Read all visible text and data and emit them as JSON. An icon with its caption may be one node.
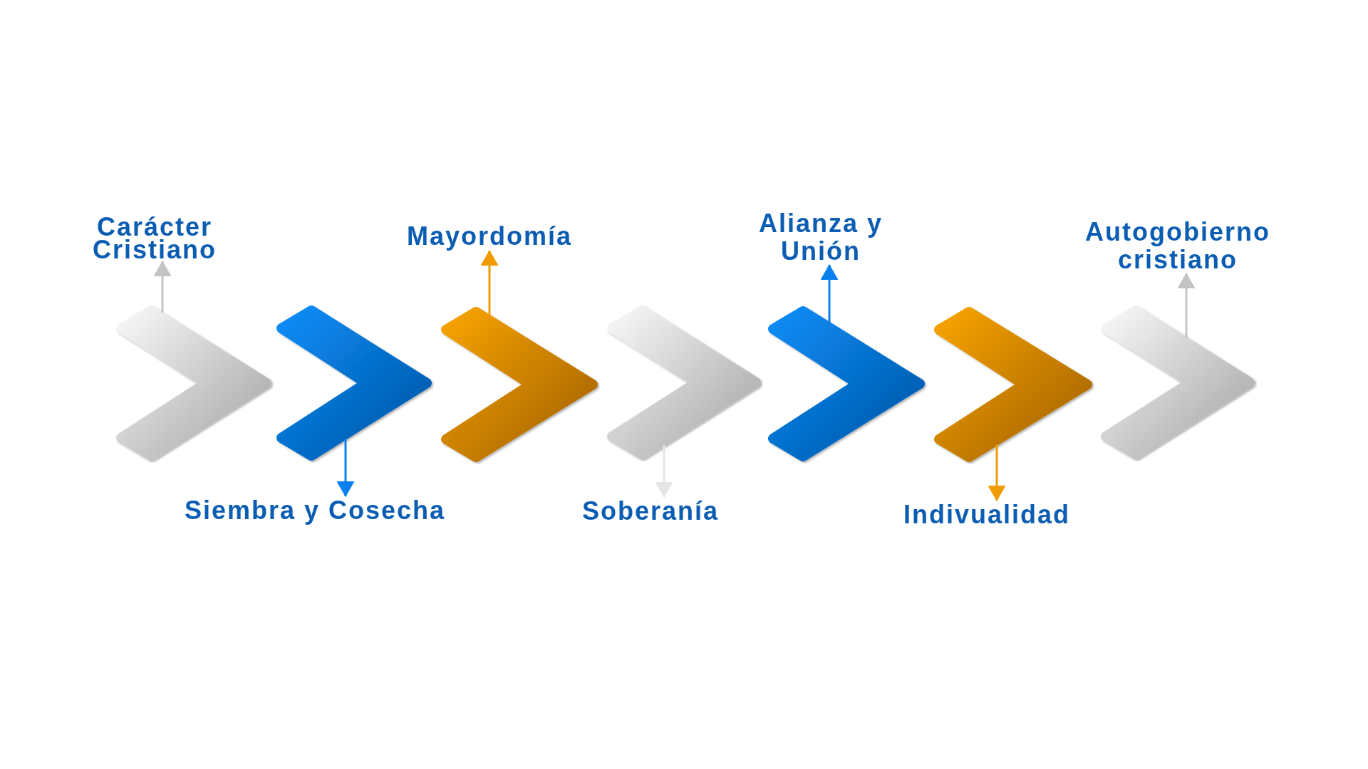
{
  "diagram": {
    "nodes": [
      {
        "text": [],
        "shape": "chevron"
      },
      {
        "text": [],
        "shape": "chevron"
      },
      {
        "text": [],
        "shape": "chevron"
      },
      {
        "text": [],
        "shape": "chevron"
      },
      {
        "text": [],
        "shape": "chevron"
      },
      {
        "text": [],
        "shape": "chevron"
      },
      {
        "text": [],
        "shape": "chevron"
      },
      {
        "text": [
          "Carácter Cristiano"
        ]
      },
      {
        "text": [
          "Siembra y Cosecha"
        ]
      },
      {
        "text": [
          "Mayordomía"
        ]
      },
      {
        "text": [
          "Soberanía"
        ]
      },
      {
        "text": [
          "Alianza y Unión"
        ]
      },
      {
        "text": [
          "Indivualidad"
        ]
      },
      {
        "text": [
          "Autogobierno cristiano"
        ]
      }
    ],
    "edges": [
      {
        "from": 0,
        "to": 7,
        "arrow": "to",
        "color": "#c4c4c4"
      },
      {
        "from": 1,
        "to": 8,
        "arrow": "to",
        "color": "#0a80ee"
      },
      {
        "from": 2,
        "to": 9,
        "arrow": "to",
        "color": "#f09b00"
      },
      {
        "from": 3,
        "to": 10,
        "arrow": "to",
        "color": "#e6e6e6"
      },
      {
        "from": 4,
        "to": 11,
        "arrow": "to",
        "color": "#0a80ee"
      },
      {
        "from": 5,
        "to": 12,
        "arrow": "to",
        "color": "#f09b00"
      },
      {
        "from": 6,
        "to": 13,
        "arrow": "to",
        "color": "#c4c4c4"
      }
    ]
  }
}
